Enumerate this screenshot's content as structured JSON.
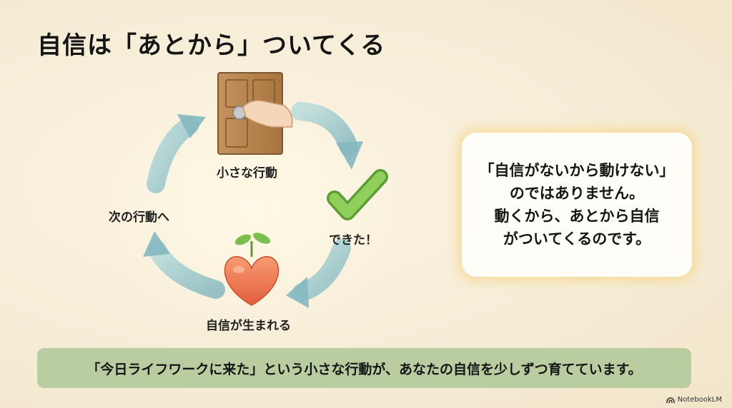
{
  "title": "自信は「あとから」ついてくる",
  "cycle": {
    "steps": [
      "小さな行動",
      "できた！",
      "自信が生まれる",
      "次の行動へ"
    ]
  },
  "callout": {
    "lines": [
      "「自信がないから動けない」",
      "のではありません。",
      "動くから、あとから自信",
      "がついてくるのです。"
    ]
  },
  "banner": {
    "text": "「今日ライフワークに来た」という小さな行動が、あなたの自信を少しずつ育てています。"
  },
  "brand": {
    "name": "NotebookLM",
    "icon": "notebooklm-logo-icon"
  },
  "colors": {
    "background": "#f6ecd6",
    "banner": "#b9cda1",
    "arrow": "#9fc7c9",
    "check": "#7cbf4e",
    "heart": "#f07a55",
    "door": "#b6824d"
  }
}
